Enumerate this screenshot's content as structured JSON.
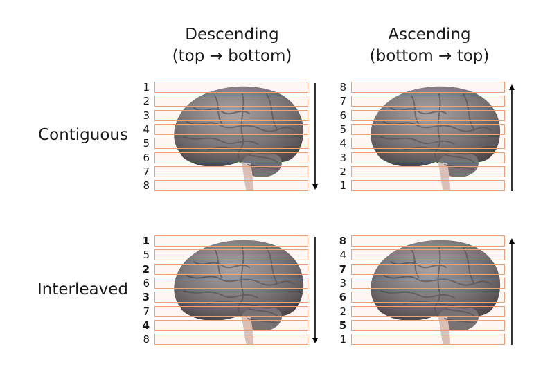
{
  "columns": [
    {
      "title": "Descending",
      "subtitle": "(top → bottom)"
    },
    {
      "title": "Ascending",
      "subtitle": "(bottom → top)"
    }
  ],
  "rows": [
    {
      "label": "Contiguous"
    },
    {
      "label": "Interleaved"
    }
  ],
  "panels": {
    "contiguous_descending": {
      "labels": [
        "1",
        "2",
        "3",
        "4",
        "5",
        "6",
        "7",
        "8"
      ],
      "bold": [],
      "arrow": "down"
    },
    "contiguous_ascending": {
      "labels": [
        "8",
        "7",
        "6",
        "5",
        "4",
        "3",
        "2",
        "1"
      ],
      "bold": [],
      "arrow": "up"
    },
    "interleaved_descending": {
      "labels": [
        "1",
        "5",
        "2",
        "6",
        "3",
        "7",
        "4",
        "8"
      ],
      "bold": [
        0,
        2,
        4,
        6
      ],
      "arrow": "down"
    },
    "interleaved_ascending": {
      "labels": [
        "8",
        "4",
        "7",
        "3",
        "6",
        "2",
        "5",
        "1"
      ],
      "bold": [
        0,
        2,
        4,
        6
      ],
      "arrow": "up"
    }
  },
  "colors": {
    "slice_box": "#e8a27a",
    "brain": "#6f6f76",
    "arrow": "#000000"
  },
  "icons": {
    "brain": "brain-illustration",
    "arrow_down": "arrow-down-icon",
    "arrow_up": "arrow-up-icon"
  }
}
